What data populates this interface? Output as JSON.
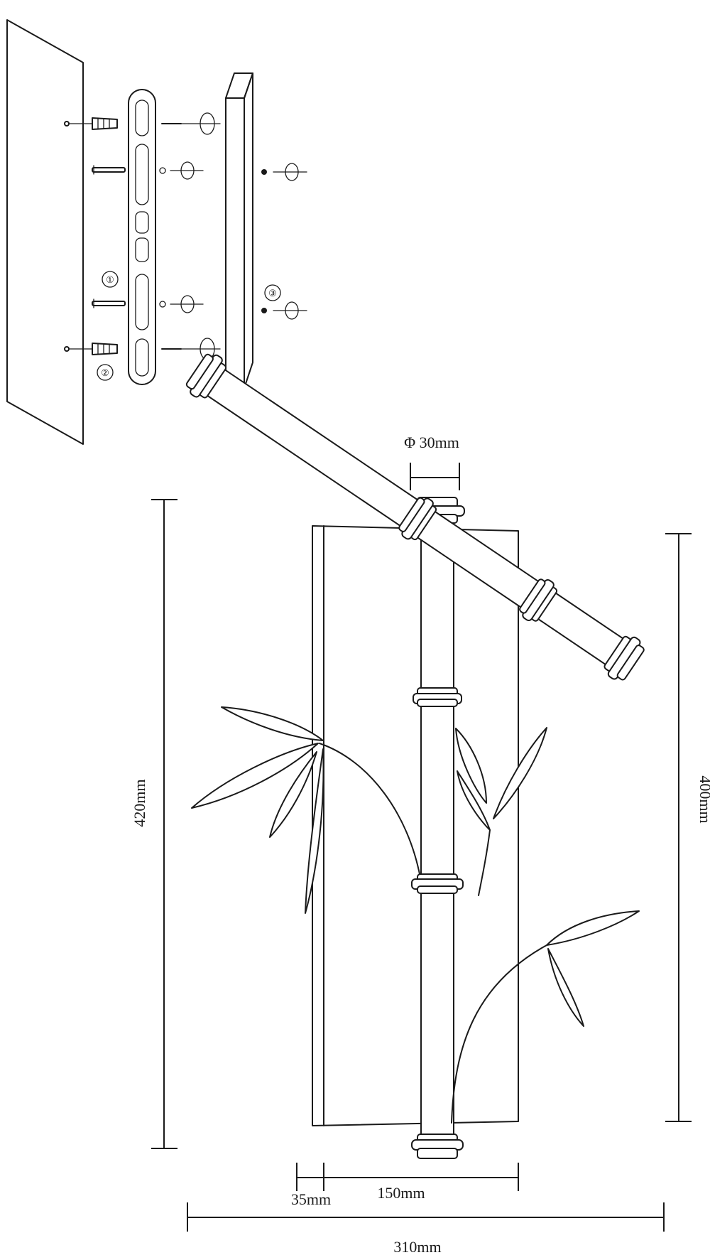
{
  "assembly": {
    "callouts": [
      "①",
      "②",
      "③"
    ]
  },
  "dimensions": {
    "diameter": "Φ 30mm",
    "total_height": "420mm",
    "plate_height": "400mm",
    "offset": "35mm",
    "plate_width": "150mm",
    "total_width": "310mm"
  }
}
